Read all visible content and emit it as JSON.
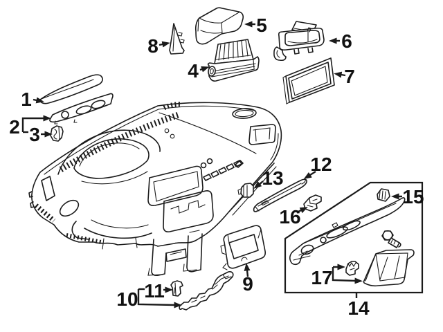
{
  "diagram": {
    "colors": {
      "background": "#ffffff",
      "line": "#1b1b1b"
    },
    "callouts": [
      {
        "label": "1"
      },
      {
        "label": "2"
      },
      {
        "label": "3"
      },
      {
        "label": "4"
      },
      {
        "label": "5"
      },
      {
        "label": "6"
      },
      {
        "label": "7"
      },
      {
        "label": "8"
      },
      {
        "label": "9"
      },
      {
        "label": "10"
      },
      {
        "label": "11"
      },
      {
        "label": "12"
      },
      {
        "label": "13"
      },
      {
        "label": "14"
      },
      {
        "label": "15"
      },
      {
        "label": "16"
      },
      {
        "label": "17"
      }
    ]
  }
}
